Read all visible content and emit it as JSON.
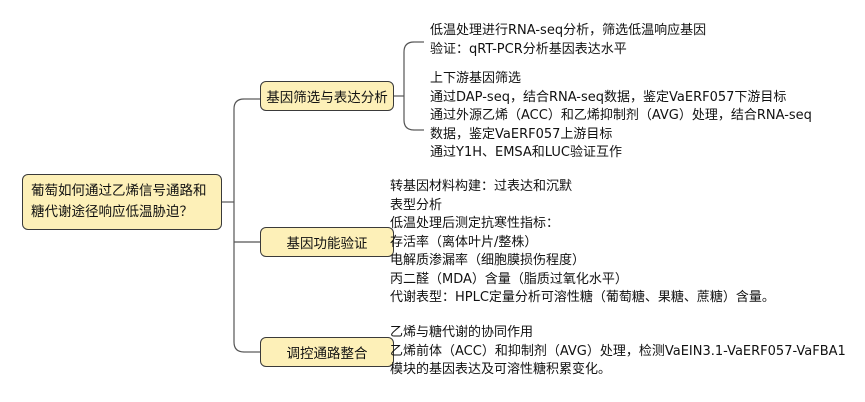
{
  "root": {
    "line1": "葡萄如何通过乙烯信号通路和",
    "line2": "糖代谢途径响应低温胁迫？"
  },
  "branches": [
    {
      "label": "基因筛选与表达分析",
      "groups": [
        [
          "低温处理进行RNA-seq分析，筛选低温响应基因",
          "验证：qRT-PCR分析基因表达水平"
        ],
        [
          "上下游基因筛选",
          "通过DAP-seq，结合RNA-seq数据，鉴定VaERF057下游目标",
          "通过外源乙烯（ACC）和乙烯抑制剂（AVG）处理，结合RNA-seq",
          "数据，鉴定VaERF057上游目标",
          "通过Y1H、EMSA和LUC验证互作"
        ]
      ]
    },
    {
      "label": "基因功能验证",
      "groups": [
        [
          "转基因材料构建：过表达和沉默",
          "表型分析",
          "低温处理后测定抗寒性指标：",
          "存活率（离体叶片/整株）",
          "电解质渗漏率（细胞膜损伤程度）",
          "丙二醛（MDA）含量（脂质过氧化水平）",
          "代谢表型：HPLC定量分析可溶性糖（葡萄糖、果糖、蔗糖）含量。"
        ]
      ]
    },
    {
      "label": "调控通路整合",
      "groups": [
        [
          "乙烯与糖代谢的协同作用",
          "乙烯前体（ACC）和抑制剂（AVG）处理，检测VaEIN3.1-VaERF057-VaFBA1",
          "模块的基因表达及可溶性糖积累变化。"
        ]
      ]
    }
  ]
}
